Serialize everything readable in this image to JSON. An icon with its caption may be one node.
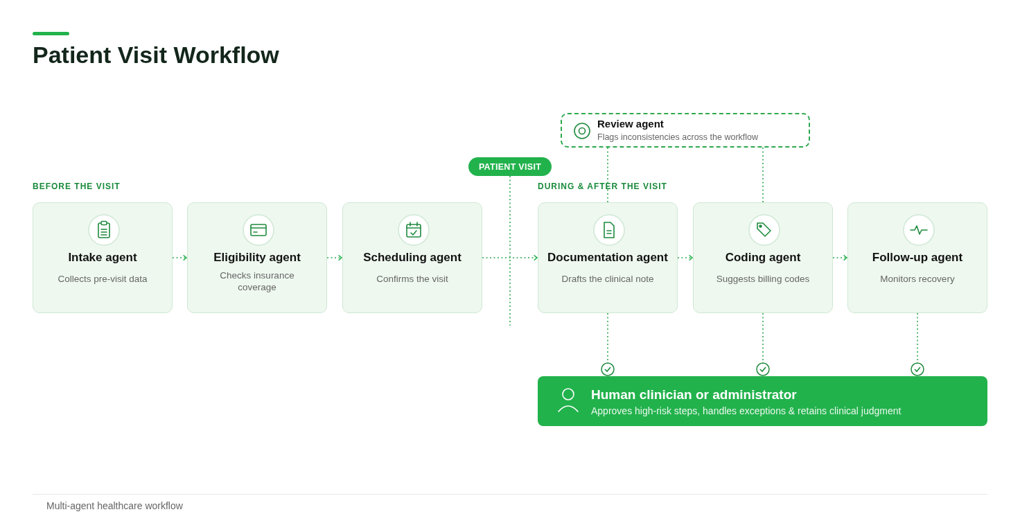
{
  "diagram": {
    "title": "Patient Visit Workflow",
    "nodes": [
      {
        "text": [
          "Review agent",
          "Flags inconsistencies across the workflow"
        ]
      },
      {
        "text": [
          "PATIENT VISIT"
        ]
      },
      {
        "text": [
          "Intake agent",
          "Collects pre-visit data"
        ]
      },
      {
        "text": [
          "Eligibility agent",
          "Checks insurance coverage"
        ]
      },
      {
        "text": [
          "Scheduling agent",
          "Confirms the visit"
        ]
      },
      {
        "text": [
          "Documentation agent",
          "Drafts the clinical note"
        ]
      },
      {
        "text": [
          "Coding agent",
          "Suggests billing codes"
        ]
      },
      {
        "text": [
          "Follow-up agent",
          "Monitors recovery"
        ]
      },
      {
        "text": [
          "Human clinician or administrator",
          "Approves high-risk steps, handles exceptions & retains clinical judgment"
        ]
      }
    ],
    "edges": [
      {
        "from": 2,
        "to": 3,
        "arrow": "to"
      },
      {
        "from": 3,
        "to": 4,
        "arrow": "to"
      },
      {
        "from": 4,
        "to": 5,
        "arrow": "to"
      },
      {
        "from": 5,
        "to": 6,
        "arrow": "to"
      },
      {
        "from": 6,
        "to": 7,
        "arrow": "to"
      },
      {
        "from": 0,
        "to": 5,
        "arrow": "none"
      },
      {
        "from": 0,
        "to": 6,
        "arrow": "none"
      },
      {
        "from": 1,
        "to": null,
        "arrow": "none"
      },
      {
        "from": 5,
        "to": 8,
        "arrow": "other"
      },
      {
        "from": 6,
        "to": 8,
        "arrow": "other"
      },
      {
        "from": 7,
        "to": 8,
        "arrow": "other"
      }
    ],
    "labels": [
      "BEFORE THE VISIT",
      "DURING & AFTER THE VISIT",
      "Multi-agent healthcare workflow"
    ]
  }
}
